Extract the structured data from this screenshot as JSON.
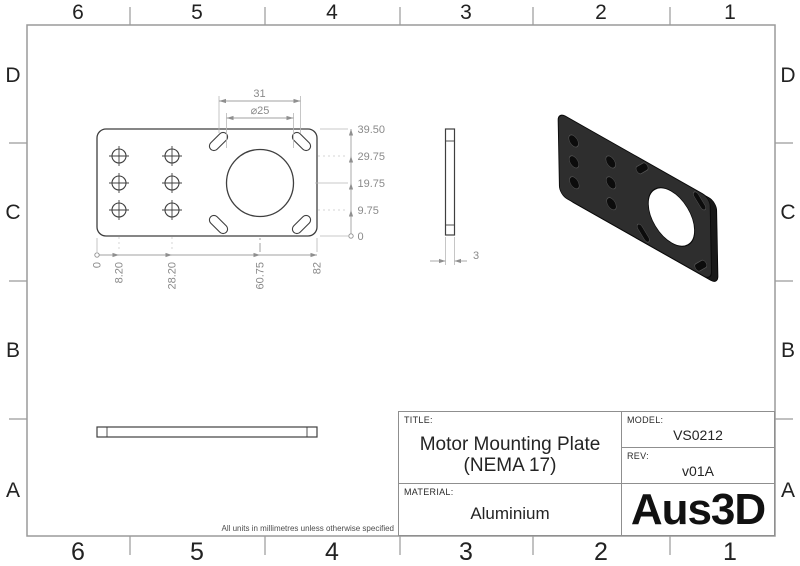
{
  "meta": {
    "note": "All units in millimetres unless otherwise specified"
  },
  "zones": {
    "columns": [
      "6",
      "5",
      "4",
      "3",
      "2",
      "1"
    ],
    "rows": [
      "D",
      "C",
      "B",
      "A"
    ]
  },
  "front_view": {
    "dim_slot_spacing": "31",
    "dim_bore_diameter": "⌀25",
    "ordinates_vertical": [
      "39.50",
      "29.75",
      "19.75",
      "9.75",
      "0"
    ],
    "ordinates_horizontal": [
      "0",
      "8.20",
      "28.20",
      "60.75",
      "82"
    ]
  },
  "side_view": {
    "dim_thickness": "3"
  },
  "title_block": {
    "title_label": "TITLE:",
    "title_line1": "Motor Mounting Plate",
    "title_line2": "(NEMA 17)",
    "model_label": "MODEL:",
    "model": "VS0212",
    "rev_label": "REV:",
    "rev": "v01A",
    "material_label": "MATERIAL:",
    "material": "Aluminium",
    "logo": "Aus3D"
  },
  "colors": {
    "outline": "#3f3f3f",
    "dimension": "#9a9a9a",
    "dimension_text": "#8a8a8a",
    "frame": "#9a9a9a",
    "iso_plate": "#2e2e2e"
  }
}
